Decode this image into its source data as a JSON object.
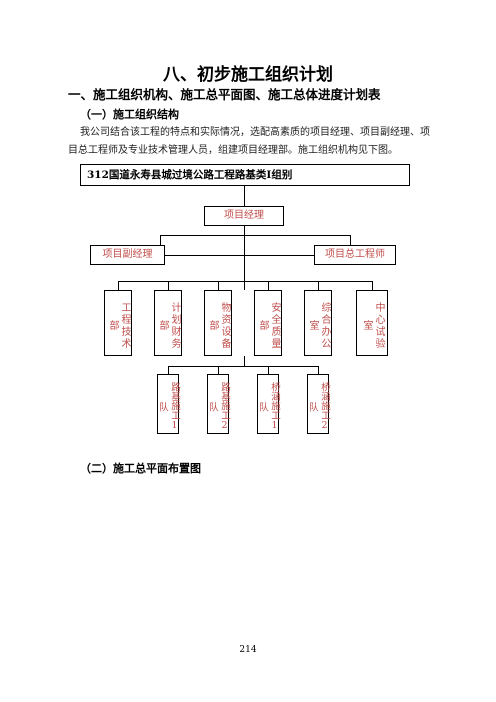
{
  "heading": "八、初步施工组织计划",
  "section1": "一、施工组织机构、施工总平面图、施工总体进度计划表",
  "sub1": "（一）施工组织结构",
  "paragraph_line1": "我公司结合该工程的特点和实际情况，选配高素质的项目经理、项目副经理、项",
  "paragraph_line2": "目总工程师及专业技术管理人员，组建项目经理部。施工组织机构见下图。",
  "org": {
    "title": "312国道永寿县城过境公路工程路基类Ⅰ组别",
    "manager": "项目经理",
    "deputy": "项目副经理",
    "chief_engineer": "项目总工程师",
    "departments": [
      "工程技术部",
      "计划财务部",
      "物资设备部",
      "安全质量部",
      "综合办公室",
      "中心试验室"
    ],
    "teams": [
      "路基施工1队",
      "路基施工2队",
      "桥涵施工1队",
      "桥涵施工2队"
    ]
  },
  "sub2": "（二）施工总平面布置图",
  "page_number": "214"
}
